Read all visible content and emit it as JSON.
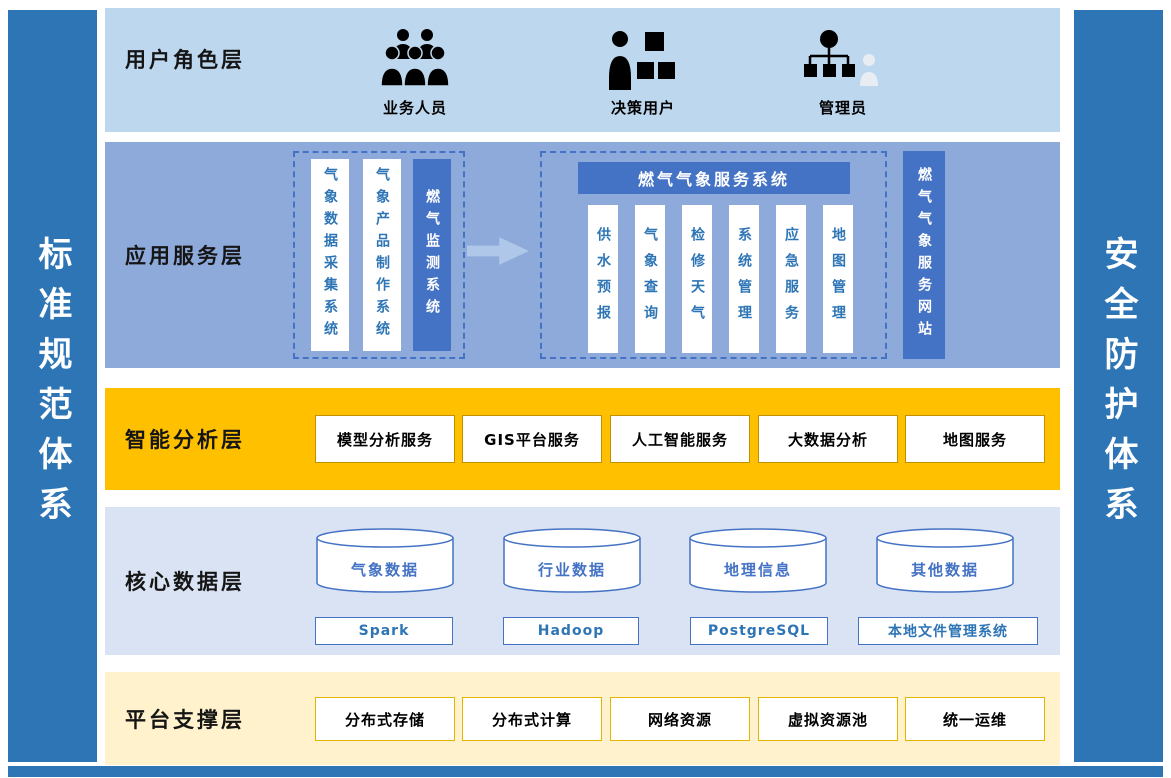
{
  "frame": {
    "left_pillar": "标准规范体系",
    "right_pillar": "安全防护体系"
  },
  "colors": {
    "pillar_blue": "#2E75B6",
    "accent_blue": "#4472C4",
    "user_layer_bg": "#BDD7EE",
    "app_layer_bg": "#8EAADB",
    "analysis_layer_bg": "#FFC000",
    "data_layer_bg": "#DAE3F3",
    "platform_layer_bg": "#FFF2CC"
  },
  "user_layer": {
    "title": "用户角色层",
    "roles": [
      {
        "label": "业务人员",
        "icon": "people-group-icon"
      },
      {
        "label": "决策用户",
        "icon": "person-blocks-icon"
      },
      {
        "label": "管理员",
        "icon": "org-chart-icon"
      }
    ]
  },
  "app_layer": {
    "title": "应用服务层",
    "source_systems": [
      "气象数据采集系统",
      "气象产品制作系统",
      "燃气监测系统"
    ],
    "service_system": {
      "title": "燃气气象服务系统",
      "modules": [
        "供水预报",
        "气象查询",
        "检修天气",
        "系统管理",
        "应急服务",
        "地图管理"
      ]
    },
    "website": "燃气气象服务网站"
  },
  "analysis_layer": {
    "title": "智能分析层",
    "services": [
      "模型分析服务",
      "GIS平台服务",
      "人工智能服务",
      "大数据分析",
      "地图服务"
    ]
  },
  "data_layer": {
    "title": "核心数据层",
    "databases": [
      "气象数据",
      "行业数据",
      "地理信息",
      "其他数据"
    ],
    "technologies": [
      "Spark",
      "Hadoop",
      "PostgreSQL",
      "本地文件管理系统"
    ]
  },
  "platform_layer": {
    "title": "平台支撑层",
    "items": [
      "分布式存储",
      "分布式计算",
      "网络资源",
      "虚拟资源池",
      "统一运维"
    ]
  }
}
